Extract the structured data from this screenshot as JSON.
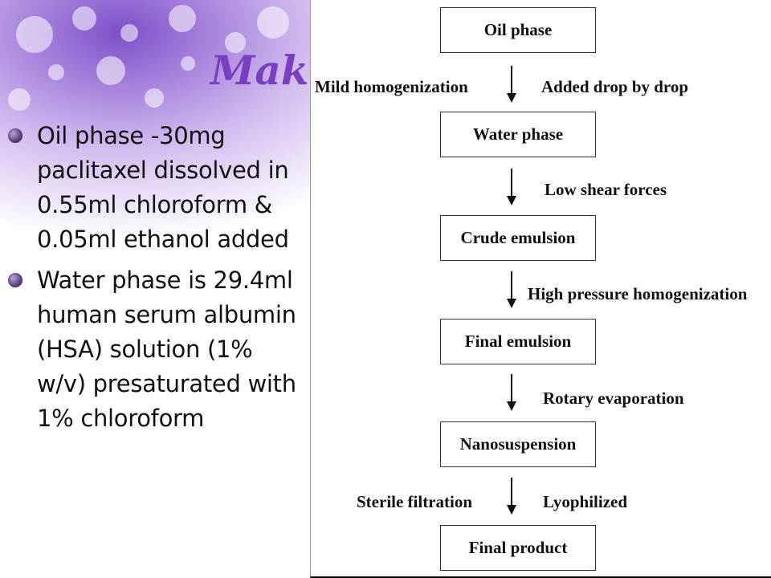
{
  "slide": {
    "title": "Mak",
    "bullets": [
      "Oil phase -30mg paclitaxel dissolved in 0.55ml chloroform & 0.05ml ethanol added",
      "Water phase is 29.4ml human serum albumin (HSA) solution (1% w/v) presaturated with 1% chloroform"
    ]
  },
  "flowchart": {
    "boxes": {
      "oil_phase": "Oil phase",
      "water_phase": "Water phase",
      "crude_emulsion": "Crude emulsion",
      "final_emulsion": "Final emulsion",
      "nanosuspension": "Nanosuspension",
      "final_product": "Final product"
    },
    "labels": {
      "mild_homogenization": "Mild homogenization",
      "added_drop_by_drop": "Added drop by drop",
      "low_shear_forces": "Low shear forces",
      "high_pressure_homogenization": "High pressure homogenization",
      "rotary_evaporation": "Rotary evaporation",
      "sterile_filtration": "Sterile filtration",
      "lyophilized": "Lyophilized"
    }
  },
  "colors": {
    "title": "#7a3fc0",
    "bullet": "#5a3d82",
    "background_accent": "#8a55d0"
  }
}
